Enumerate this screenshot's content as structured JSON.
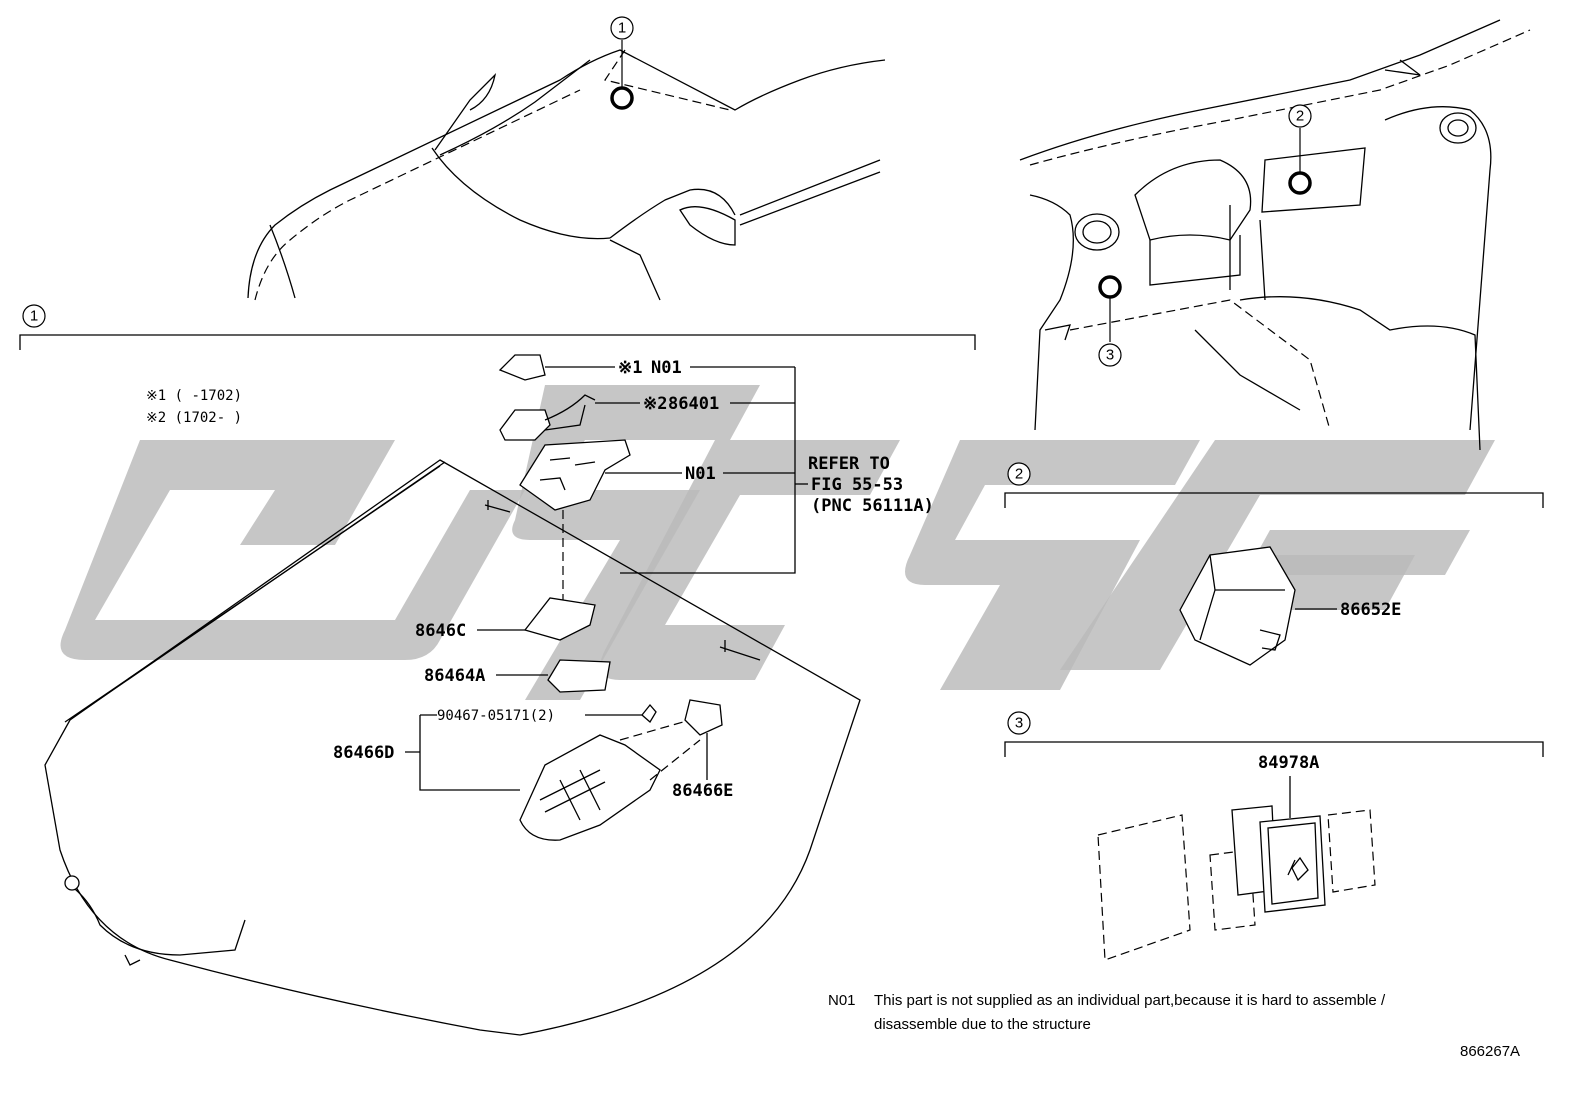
{
  "diagram_id": "866267A",
  "note": {
    "code": "N01",
    "line1": "This part is not supplied as an individual part,because it is hard to assemble /",
    "line2": "disassemble due to the structure"
  },
  "conditions": {
    "c1": "※1 (     -1702)",
    "c2": "※2 (1702-      )"
  },
  "sections": {
    "s1": "1",
    "s2": "2",
    "s3": "3"
  },
  "callouts": {
    "car_top": "1",
    "dash_center": "2",
    "dash_lower": "3"
  },
  "parts": {
    "p1_mark": "※1",
    "p1": "N01",
    "p2_mark": "※2",
    "p2": "86401",
    "p3": "N01",
    "refer1": "REFER TO",
    "refer2": "FIG 55-53",
    "refer3": "(PNC 56111A)",
    "p4": "8646C",
    "p5": "86464A",
    "p6": "90467-05171(2)",
    "p7": "86466D",
    "p8": "86466E",
    "p9": "86652E",
    "p10": "84978A"
  },
  "colors": {
    "watermark": "#b9b9b9",
    "line": "#000000"
  }
}
